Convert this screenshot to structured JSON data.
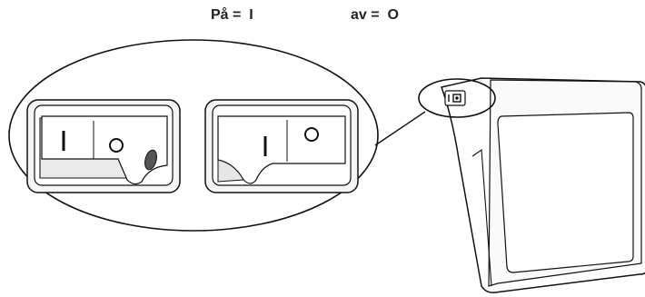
{
  "legend": {
    "on_label": "På =",
    "on_symbol": "I",
    "off_label": "av =",
    "off_symbol": "O"
  },
  "switches": {
    "left": {
      "symbol_on": "I",
      "symbol_off": "O",
      "state": "on",
      "indicator_color": "#555555"
    },
    "right": {
      "symbol_on": "I",
      "symbol_off": "O",
      "state": "off"
    }
  },
  "device": {
    "inset_symbol": "I O"
  }
}
